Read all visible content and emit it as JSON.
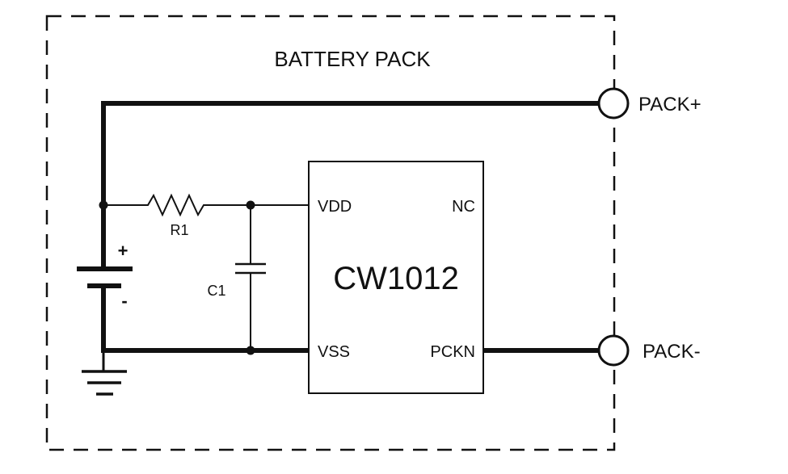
{
  "title": "BATTERY PACK",
  "ic": {
    "name": "CW1012",
    "pins": {
      "vdd": "VDD",
      "nc": "NC",
      "vss": "VSS",
      "pckn": "PCKN"
    }
  },
  "components": {
    "resistor": "R1",
    "capacitor": "C1",
    "battery_plus": "+",
    "battery_minus": "-"
  },
  "terminals": {
    "positive": "PACK+",
    "negative": "PACK-"
  },
  "colors": {
    "line": "#111111",
    "background": "#ffffff"
  }
}
